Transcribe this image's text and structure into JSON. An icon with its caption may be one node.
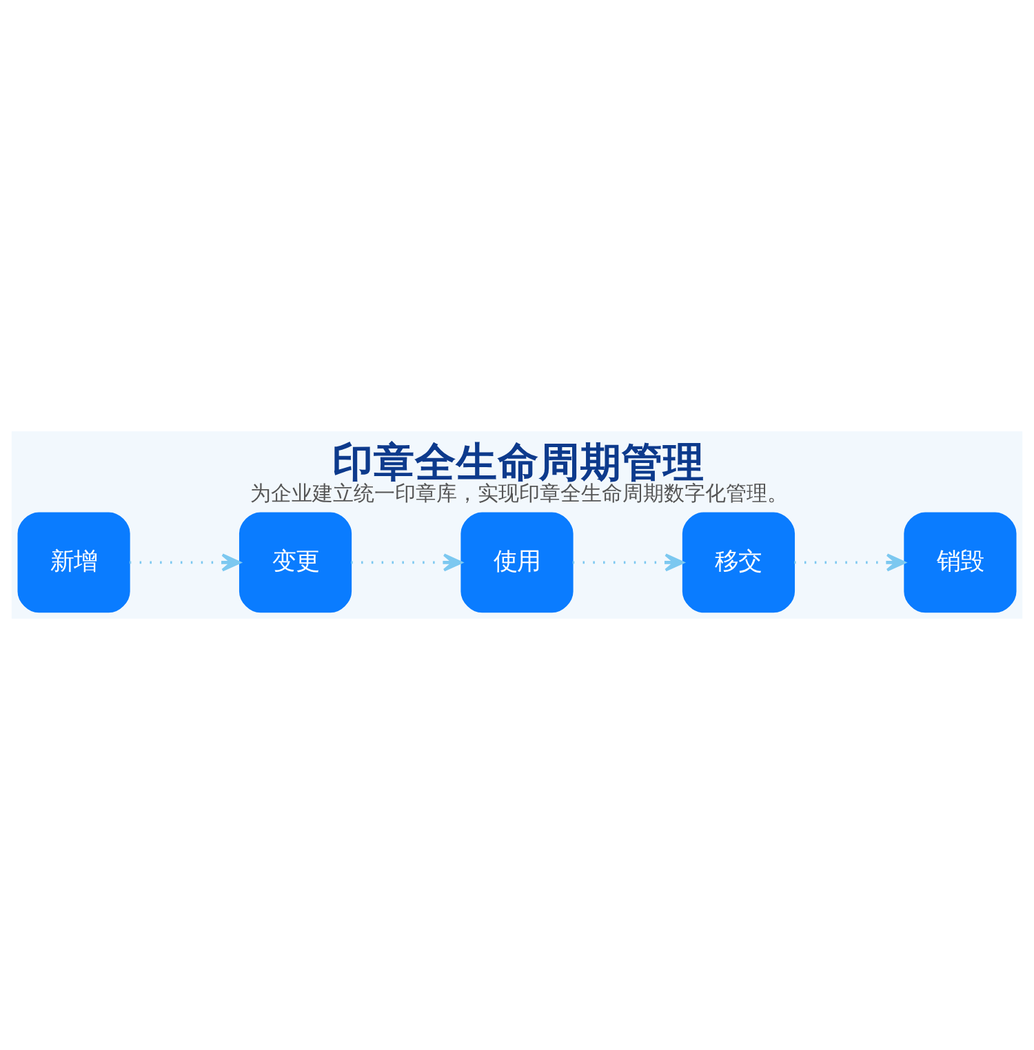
{
  "diagram": {
    "title": "印章全生命周期管理",
    "caption": "为企业建立统一印章库，实现印章全生命周期数字化管理。",
    "nodes": [
      {
        "text": [
          "新增"
        ]
      },
      {
        "text": [
          "变更"
        ]
      },
      {
        "text": [
          "使用"
        ]
      },
      {
        "text": [
          "移交"
        ]
      },
      {
        "text": [
          "销毁"
        ]
      }
    ],
    "edges": [
      {
        "from": 0,
        "to": 1,
        "arrow": "to",
        "style": "dashed"
      },
      {
        "from": 1,
        "to": 2,
        "arrow": "to",
        "style": "dashed"
      },
      {
        "from": 2,
        "to": 3,
        "arrow": "to",
        "style": "dashed"
      },
      {
        "from": 3,
        "to": 4,
        "arrow": "to",
        "style": "dashed"
      }
    ]
  }
}
